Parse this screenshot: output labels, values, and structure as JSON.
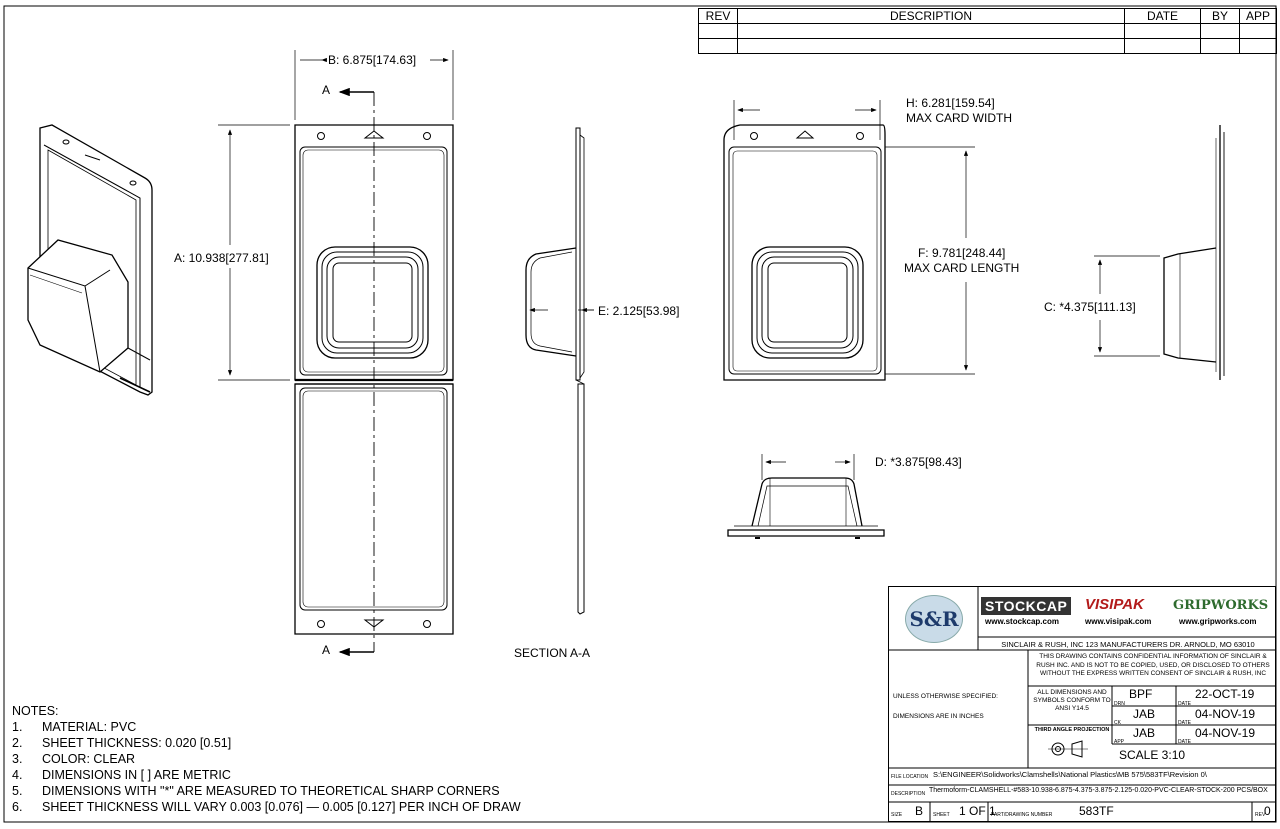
{
  "revision_table": {
    "headers": [
      "REV",
      "DESCRIPTION",
      "DATE",
      "BY",
      "APP"
    ]
  },
  "dimensions": {
    "b": "B: 6.875",
    "b_metric": "174.63",
    "a": "A: 10.938",
    "a_metric": "277.81",
    "e": "E: 2.125",
    "e_metric": "53.98",
    "h": "H: 6.281",
    "h_metric": "159.54",
    "h_note": "MAX CARD WIDTH",
    "f": "F: 9.781",
    "f_metric": "248.44",
    "f_note": "MAX CARD LENGTH",
    "c": "C: *4.375",
    "c_metric": "111.13",
    "d": "D: *3.875",
    "d_metric": "98.43"
  },
  "section_marks": {
    "top": "A",
    "bottom": "A",
    "caption": "SECTION A-A"
  },
  "notes": {
    "heading": "NOTES:",
    "items": [
      {
        "n": "1.",
        "text": "MATERIAL: PVC"
      },
      {
        "n": "2.",
        "text": "SHEET THICKNESS: 0.020 [0.51]"
      },
      {
        "n": "3.",
        "text": "COLOR: CLEAR"
      },
      {
        "n": "4.",
        "text": "DIMENSIONS IN [ ] ARE METRIC"
      },
      {
        "n": "5.",
        "text": "DIMENSIONS WITH \"*\" ARE MEASURED TO THEORETICAL SHARP CORNERS"
      },
      {
        "n": "6.",
        "text": "SHEET THICKNESS WILL VARY 0.003 [0.076] — 0.005 [0.127] PER INCH OF DRAW"
      }
    ]
  },
  "title_block": {
    "sr_logo": "S&R",
    "stockcap": "STOCKCAP",
    "stockcap_url": "www.stockcap.com",
    "visipak": "VISIPAK",
    "visipak_url": "www.visipak.com",
    "gripworks": "GRIPWORKS",
    "gripworks_url": "www.gripworks.com",
    "company": "SINCLAIR & RUSH, INC 123 MANUFACTURERS DR. ARNOLD, MO 63010",
    "confidential": "THIS DRAWING CONTAINS CONFIDENTIAL INFORMATION OF SINCLAIR & RUSH INC. AND IS NOT TO BE COPIED, USED, OR DISCLOSED TO OTHERS WITHOUT THE EXPRESS WRITTEN CONSENT OF SINCLAIR & RUSH, INC",
    "unless": "UNLESS OTHERWISE SPECIFIED:",
    "dims_inches": "DIMENSIONS ARE IN INCHES",
    "ansi": "ALL DIMENSIONS AND SYMBOLS CONFORM TO ANSI Y14.5",
    "third_angle": "THIRD ANGLE PROJECTION",
    "drn_lbl": "DRN",
    "drn": "BPF",
    "drn_date_lbl": "DATE",
    "drn_date": "22-OCT-19",
    "ck_lbl": "CK",
    "ck": "JAB",
    "ck_date_lbl": "DATE",
    "ck_date": "04-NOV-19",
    "app_lbl": "APP",
    "app": "JAB",
    "app_date_lbl": "DATE",
    "app_date": "04-NOV-19",
    "scale": "SCALE 3:10",
    "file_loc_lbl": "FILE LOCATION",
    "file_loc": "S:\\ENGINEER\\Solidworks\\Clamshells\\National Plastics\\MB 575\\583TF\\Revision 0\\",
    "desc_lbl": "DESCRIPTION",
    "desc": "Thermoform-CLAMSHELL-#583-10.938-6.875-4.375-3.875-2.125-0.020-PVC-CLEAR-STOCK-200 PCS/BOX",
    "size_lbl": "SIZE",
    "size": "B",
    "sheet_lbl": "SHEET",
    "sheet": "1 OF 1",
    "part_lbl": "PART/DRAWING NUMBER",
    "part": "583TF",
    "rev_lbl": "REV",
    "rev": "0"
  }
}
